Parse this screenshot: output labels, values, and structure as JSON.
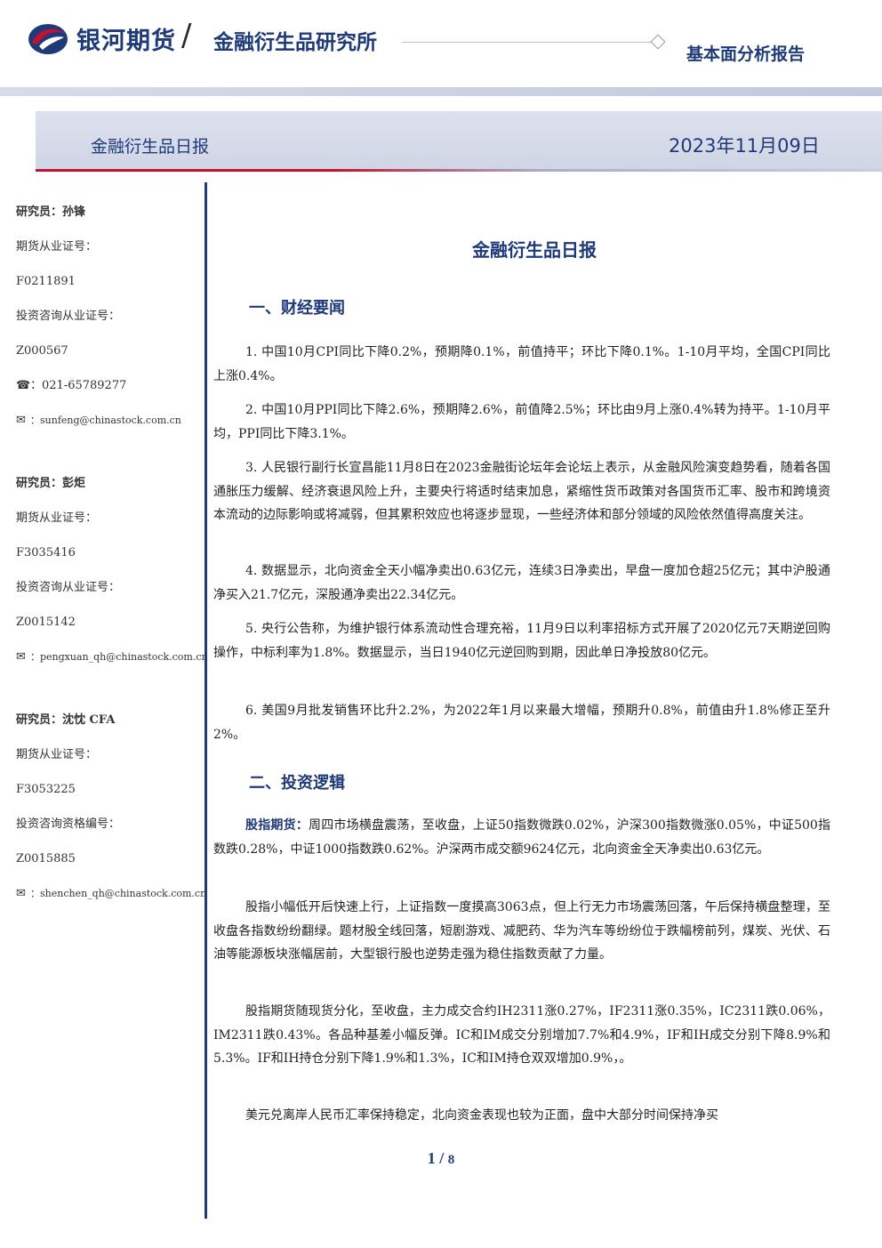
{
  "header": {
    "brand": "银河期货",
    "slash": "/",
    "institute": "金融衍生品研究所",
    "report_type": "基本面分析报告",
    "colors": {
      "brand_blue": "#1f3a78",
      "accent_red": "#c8102e"
    }
  },
  "banner": {
    "title": "金融衍生品日报",
    "date": "2023年11月09日"
  },
  "sidebar": {
    "analysts": [
      {
        "name_line": "研究员：孙锋",
        "license_label": "期货从业证号：",
        "license": "F0211891",
        "consult_label": "投资咨询从业证号：",
        "consult": "Z000567",
        "phone_icon": "☎",
        "phone": "：021-65789277",
        "email_icon": "✉",
        "email": "：sunfeng@chinastock.com.cn"
      },
      {
        "name_line": "研究员：彭炬",
        "license_label": "期货从业证号：",
        "license": "F3035416",
        "consult_label": "投资咨询从业证号：",
        "consult": "Z0015142",
        "email_icon": "✉",
        "email": "：pengxuan_qh@chinastock.com.cn"
      },
      {
        "name_line": "研究员：沈忱 CFA",
        "license_label": "期货从业证号：",
        "license": "F3053225",
        "consult_label": "投资咨询资格编号：",
        "consult": "Z0015885",
        "email_icon": "✉",
        "email": "：shenchen_qh@chinastock.com.cn"
      }
    ]
  },
  "main": {
    "title": "金融衍生品日报",
    "section1": {
      "heading": "一、财经要闻",
      "items": [
        "1. 中国10月CPI同比下降0.2%，预期降0.1%，前值持平；环比下降0.1%。1-10月平均，全国CPI同比上涨0.4%。",
        "2. 中国10月PPI同比下降2.6%，预期降2.6%，前值降2.5%；环比由9月上涨0.4%转为持平。1-10月平均，PPI同比下降3.1%。",
        "3. 人民银行副行长宣昌能11月8日在2023金融街论坛年会论坛上表示，从金融风险演变趋势看，随着各国通胀压力缓解、经济衰退风险上升，主要央行将适时结束加息，紧缩性货币政策对各国货币汇率、股市和跨境资本流动的边际影响或将减弱，但其累积效应也将逐步显现，一些经济体和部分领域的风险依然值得高度关注。",
        "4. 数据显示，北向资金全天小幅净卖出0.63亿元，连续3日净卖出，早盘一度加仓超25亿元；其中沪股通净买入21.7亿元，深股通净卖出22.34亿元。",
        "5. 央行公告称，为维护银行体系流动性合理充裕，11月9日以利率招标方式开展了2020亿元7天期逆回购操作，中标利率为1.8%。数据显示，当日1940亿元逆回购到期，因此单日净投放80亿元。",
        "6. 美国9月批发销售环比升2.2%，为2022年1月以来最大增幅，预期升0.8%，前值由升1.8%修正至升2%。"
      ]
    },
    "section2": {
      "heading": "二、投资逻辑",
      "lead_label": "股指期货：",
      "lead_text": "周四市场横盘震荡，至收盘，上证50指数微跌0.02%，沪深300指数微涨0.05%，中证500指数跌0.28%，中证1000指数跌0.62%。沪深两市成交额9624亿元，北向资金全天净卖出0.63亿元。",
      "paragraphs": [
        "股指小幅低开后快速上行，上证指数一度摸高3063点，但上行无力市场震荡回落，午后保持横盘整理，至收盘各指数纷纷翻绿。题材股全线回落，短剧游戏、减肥药、华为汽车等纷纷位于跌幅榜前列，煤炭、光伏、石油等能源板块涨幅居前，大型银行股也逆势走强为稳住指数贡献了力量。",
        "股指期货随现货分化，至收盘，主力成交合约IH2311涨0.27%，IF2311涨0.35%，IC2311跌0.06%，IM2311跌0.43%。各品种基差小幅反弹。IC和IM成交分别增加7.7%和4.9%，IF和IH成交分别下降8.9%和5.3%。IF和IH持仓分别下降1.9%和1.3%，IC和IM持仓双双增加0.9%，。",
        "美元兑离岸人民币汇率保持稳定，北向资金表现也较为正面，盘中大部分时间保持净买"
      ]
    }
  },
  "footer": {
    "page": "1",
    "sep": " / ",
    "total": "8"
  }
}
